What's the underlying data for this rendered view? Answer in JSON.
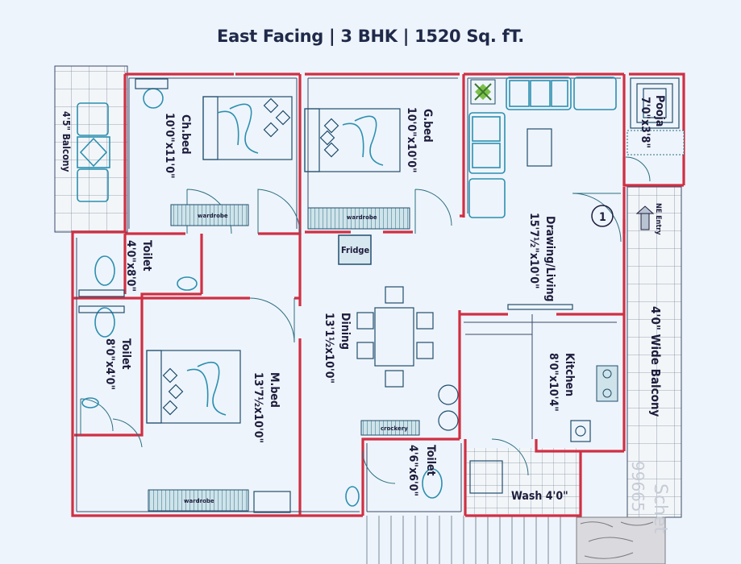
{
  "title": "East Facing | 3 BHK | 1520 Sq. fT.",
  "rooms": {
    "balcony_left": {
      "name": "4'5\" Balcony"
    },
    "ch_bed": {
      "name": "Ch.bed",
      "size": "10'0\"x11'0\""
    },
    "g_bed": {
      "name": "G.bed",
      "size": "10'0\"x10'0\""
    },
    "pooja": {
      "name": "Pooja",
      "size": "7'0\"x3'8\""
    },
    "toilet1": {
      "name": "Toilet",
      "size": "4'0\"x8'0\""
    },
    "toilet2": {
      "name": "Toilet",
      "size": "8'0\"x4'0\""
    },
    "m_bed": {
      "name": "M.bed",
      "size": "13'7½x10'0\""
    },
    "dining": {
      "name": "Dining",
      "size": "13'1½x10'0\""
    },
    "drawing": {
      "name": "Drawing/Living",
      "size": "15'7½\"x10'0\""
    },
    "kitchen": {
      "name": "Kitchen",
      "size": "8'0\"x10'4\""
    },
    "toilet3": {
      "name": "Toilet",
      "size": "4'6\"x6'0\""
    },
    "wash": {
      "name": "Wash 4'0\""
    },
    "balcony_right": {
      "name": "4'0\" Wide Balcony"
    }
  },
  "labels": {
    "wardrobe": "wardrobe",
    "crockery": "crockery",
    "fridge": "Fridge",
    "ne_entry": "NE Entry",
    "entry_number": "1",
    "watermark": "Schet",
    "watermark2": "99665"
  },
  "colors": {
    "background": "#eef4fb",
    "walls": "#d02f43",
    "furniture": "#2b8fb0"
  }
}
